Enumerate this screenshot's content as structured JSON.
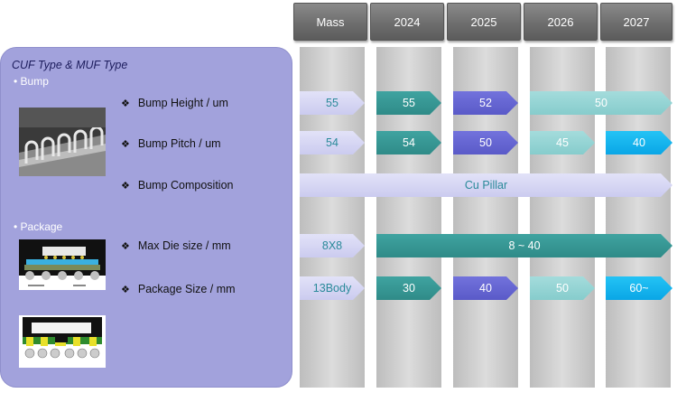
{
  "columns": [
    "Mass",
    "2024",
    "2025",
    "2026",
    "2027"
  ],
  "panel": {
    "title": "CUF Type & MUF Type",
    "bump_section": "• Bump",
    "package_section": "• Package"
  },
  "rows": {
    "bump_height": "Bump Height / um",
    "bump_pitch": "Bump Pitch / um",
    "bump_composition": "Bump Composition",
    "max_die_size": "Max Die size / mm",
    "package_size": "Package Size / mm"
  },
  "bullet_glyph": "❖",
  "values": {
    "bump_height": [
      "55",
      "55",
      "52",
      "50"
    ],
    "bump_pitch": [
      "54",
      "54",
      "50",
      "45",
      "40"
    ],
    "bump_composition": "Cu Pillar",
    "max_die_size": [
      "8X8",
      "8 ~ 40"
    ],
    "package_size": [
      "13Body",
      "30",
      "40",
      "50",
      "60~"
    ]
  },
  "colors": {
    "panel": "#a2a2dc",
    "lavender": "#cbcbef",
    "teal": "#2f8b88",
    "purple": "#5a5ac8",
    "light_teal": "#86cccc",
    "cyan": "#0aa6e6",
    "header": "#6e6e6e"
  }
}
